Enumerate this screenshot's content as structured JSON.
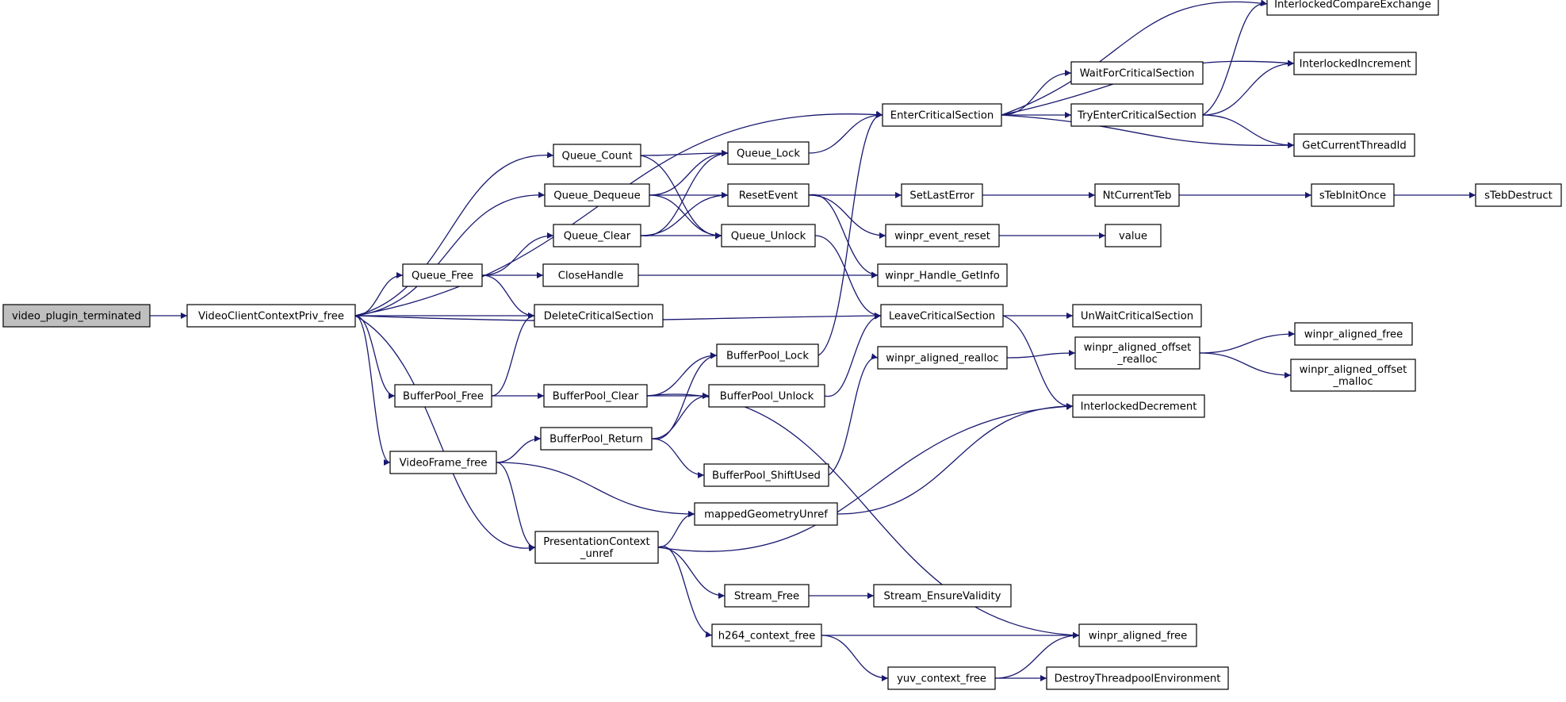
{
  "graph": {
    "colors": {
      "edge": "#191970",
      "root_fill": "#bfbfbf",
      "node_fill": "#ffffff",
      "border": "#000000"
    },
    "nodes": [
      {
        "id": "video_plugin_terminated",
        "lines": [
          "video_plugin_terminated"
        ],
        "root": true
      },
      {
        "id": "VideoClientContextPriv_free",
        "lines": [
          "VideoClientContextPriv_free"
        ]
      },
      {
        "id": "Queue_Count",
        "lines": [
          "Queue_Count"
        ]
      },
      {
        "id": "Queue_Dequeue",
        "lines": [
          "Queue_Dequeue"
        ]
      },
      {
        "id": "Queue_Clear",
        "lines": [
          "Queue_Clear"
        ]
      },
      {
        "id": "Queue_Free",
        "lines": [
          "Queue_Free"
        ]
      },
      {
        "id": "CloseHandle",
        "lines": [
          "CloseHandle"
        ]
      },
      {
        "id": "DeleteCriticalSection",
        "lines": [
          "DeleteCriticalSection"
        ]
      },
      {
        "id": "BufferPool_Free",
        "lines": [
          "BufferPool_Free"
        ]
      },
      {
        "id": "BufferPool_Clear",
        "lines": [
          "BufferPool_Clear"
        ]
      },
      {
        "id": "VideoFrame_free",
        "lines": [
          "VideoFrame_free"
        ]
      },
      {
        "id": "BufferPool_Return",
        "lines": [
          "BufferPool_Return"
        ]
      },
      {
        "id": "PresentationContext_unref",
        "lines": [
          "PresentationContext",
          "_unref"
        ]
      },
      {
        "id": "Queue_Lock",
        "lines": [
          "Queue_Lock"
        ]
      },
      {
        "id": "ResetEvent",
        "lines": [
          "ResetEvent"
        ]
      },
      {
        "id": "Queue_Unlock",
        "lines": [
          "Queue_Unlock"
        ]
      },
      {
        "id": "BufferPool_Lock",
        "lines": [
          "BufferPool_Lock"
        ]
      },
      {
        "id": "BufferPool_Unlock",
        "lines": [
          "BufferPool_Unlock"
        ]
      },
      {
        "id": "BufferPool_ShiftUsed",
        "lines": [
          "BufferPool_ShiftUsed"
        ]
      },
      {
        "id": "mappedGeometryUnref",
        "lines": [
          "mappedGeometryUnref"
        ]
      },
      {
        "id": "Stream_Free",
        "lines": [
          "Stream_Free"
        ]
      },
      {
        "id": "h264_context_free",
        "lines": [
          "h264_context_free"
        ]
      },
      {
        "id": "EnterCriticalSection",
        "lines": [
          "EnterCriticalSection"
        ]
      },
      {
        "id": "SetLastError",
        "lines": [
          "SetLastError"
        ]
      },
      {
        "id": "winpr_event_reset",
        "lines": [
          "winpr_event_reset"
        ]
      },
      {
        "id": "winpr_Handle_GetInfo",
        "lines": [
          "winpr_Handle_GetInfo"
        ]
      },
      {
        "id": "LeaveCriticalSection",
        "lines": [
          "LeaveCriticalSection"
        ]
      },
      {
        "id": "winpr_aligned_realloc",
        "lines": [
          "winpr_aligned_realloc"
        ]
      },
      {
        "id": "Stream_EnsureValidity",
        "lines": [
          "Stream_EnsureValidity"
        ]
      },
      {
        "id": "yuv_context_free",
        "lines": [
          "yuv_context_free"
        ]
      },
      {
        "id": "InterlockedCompareExchange",
        "lines": [
          "InterlockedCompareExchange"
        ]
      },
      {
        "id": "InterlockedIncrement",
        "lines": [
          "InterlockedIncrement"
        ]
      },
      {
        "id": "WaitForCriticalSection",
        "lines": [
          "WaitForCriticalSection"
        ]
      },
      {
        "id": "TryEnterCriticalSection",
        "lines": [
          "TryEnterCriticalSection"
        ]
      },
      {
        "id": "GetCurrentThreadId",
        "lines": [
          "GetCurrentThreadId"
        ]
      },
      {
        "id": "NtCurrentTeb",
        "lines": [
          "NtCurrentTeb"
        ]
      },
      {
        "id": "value",
        "lines": [
          "value"
        ]
      },
      {
        "id": "UnWaitCriticalSection",
        "lines": [
          "UnWaitCriticalSection"
        ]
      },
      {
        "id": "winpr_aligned_offset_realloc",
        "lines": [
          "winpr_aligned_offset",
          "_realloc"
        ]
      },
      {
        "id": "InterlockedDecrement",
        "lines": [
          "InterlockedDecrement"
        ]
      },
      {
        "id": "winpr_aligned_free",
        "lines": [
          "winpr_aligned_free"
        ]
      },
      {
        "id": "DestroyThreadpoolEnvironment",
        "lines": [
          "DestroyThreadpoolEnvironment"
        ]
      },
      {
        "id": "sTebInitOnce",
        "lines": [
          "sTebInitOnce"
        ]
      },
      {
        "id": "winpr_aligned_free_2",
        "lines": [
          "winpr_aligned_free"
        ]
      },
      {
        "id": "winpr_aligned_offset_malloc",
        "lines": [
          "winpr_aligned_offset",
          "_malloc"
        ]
      },
      {
        "id": "sTebDestruct",
        "lines": [
          "sTebDestruct"
        ]
      }
    ]
  }
}
